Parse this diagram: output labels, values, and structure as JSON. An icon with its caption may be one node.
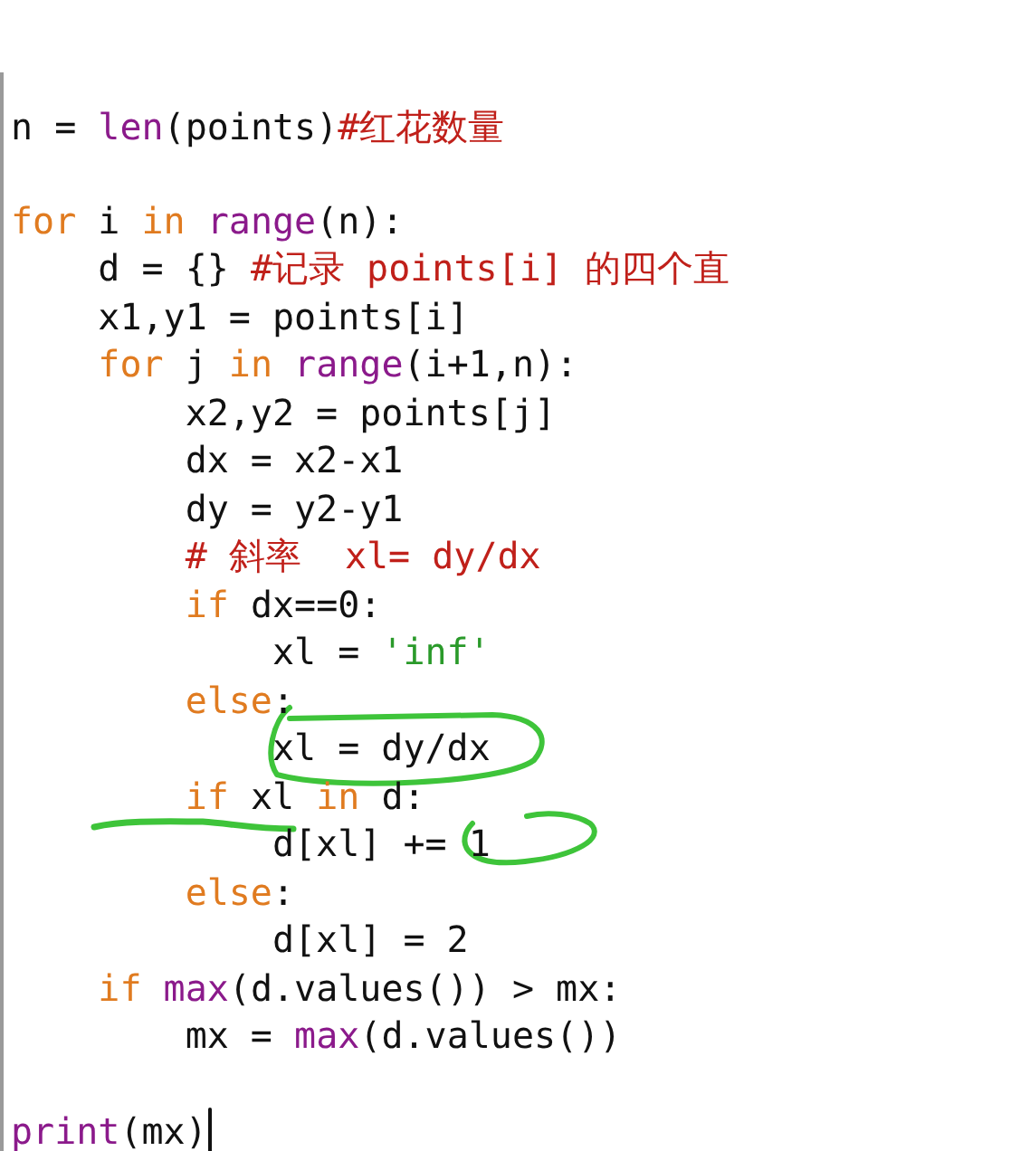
{
  "diagram": {
    "labels": [
      "n = len(points)#红花数量",
      "for i in range(n):",
      "d = {} #记录 points[i] 的四个直",
      "x1,y1 = points[i]",
      "for j in range(i+1,n):",
      "x2,y2 = points[j]",
      "dx = x2-x1",
      "dy = y2-y1",
      "# 斜率  xl= dy/dx",
      "if dx==0:",
      "xl = 'inf'",
      "else:",
      "xl = dy/dx",
      "if xl in d:",
      "d[xl] += 1",
      "else:",
      "d[xl] = 2",
      "if max(d.values()) > mx:",
      "mx = max(d.values())",
      "print(mx)"
    ]
  }
}
